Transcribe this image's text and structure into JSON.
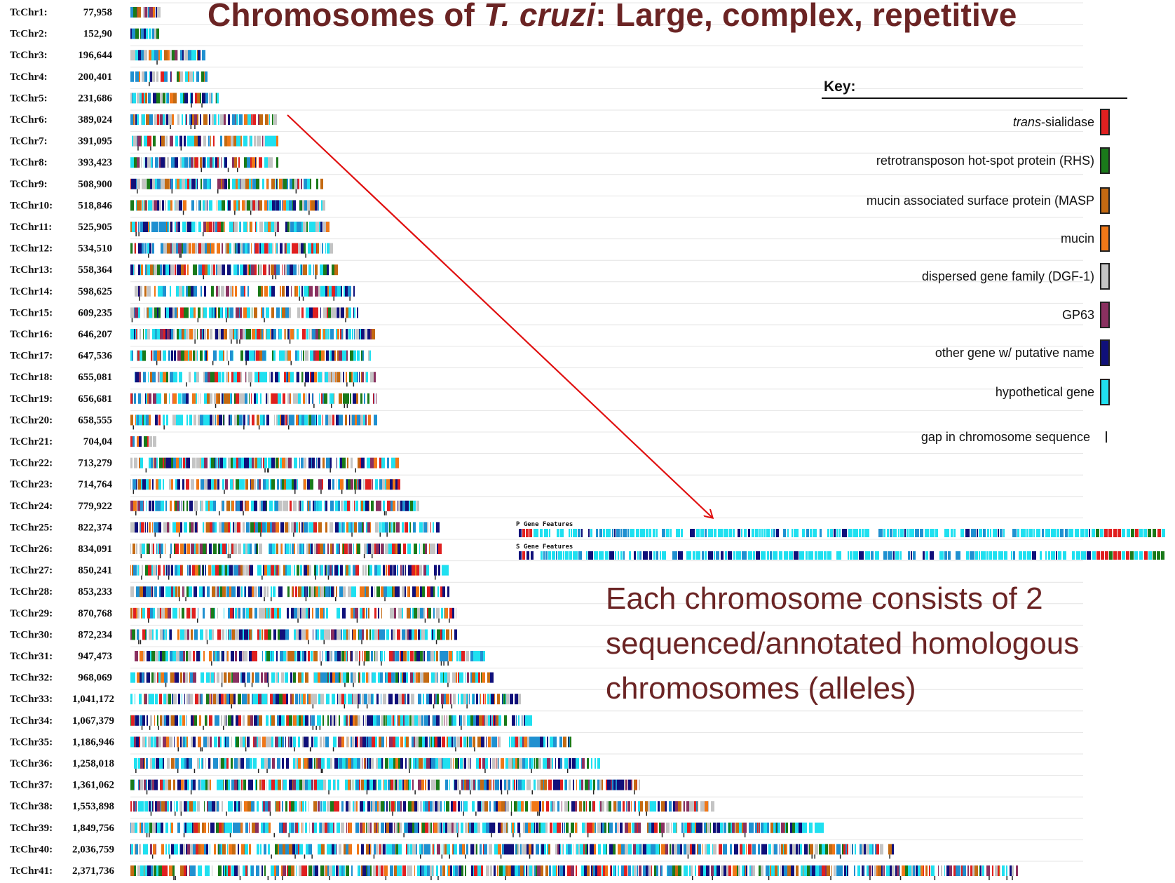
{
  "title": {
    "prefix": "Chromosomes of ",
    "species": "T. cruzi",
    "suffix": ":  Large, complex, repetitive"
  },
  "colors": {
    "trans_sialidase": "#e02020",
    "rhs": "#1a7a1a",
    "masp": "#c46a12",
    "mucin": "#f07818",
    "dgf1": "#c4c4c4",
    "gp63": "#8a3060",
    "other": "#10107a",
    "hypothetical": "#20e0f0",
    "hypothetical_alt": "#2090d0",
    "arrow": "#e01010",
    "title": "#6b2424"
  },
  "chromosomes": [
    {
      "name": "TcChr1:",
      "length": "77,958"
    },
    {
      "name": "TcChr2:",
      "length": "152,90"
    },
    {
      "name": "TcChr3:",
      "length": "196,644"
    },
    {
      "name": "TcChr4:",
      "length": "200,401"
    },
    {
      "name": "TcChr5:",
      "length": "231,686"
    },
    {
      "name": "TcChr6:",
      "length": "389,024"
    },
    {
      "name": "TcChr7:",
      "length": "391,095"
    },
    {
      "name": "TcChr8:",
      "length": "393,423"
    },
    {
      "name": "TcChr9:",
      "length": "508,900"
    },
    {
      "name": "TcChr10:",
      "length": "518,846"
    },
    {
      "name": "TcChr11:",
      "length": "525,905"
    },
    {
      "name": "TcChr12:",
      "length": "534,510"
    },
    {
      "name": "TcChr13:",
      "length": "558,364"
    },
    {
      "name": "TcChr14:",
      "length": "598,625"
    },
    {
      "name": "TcChr15:",
      "length": "609,235"
    },
    {
      "name": "TcChr16:",
      "length": "646,207"
    },
    {
      "name": "TcChr17:",
      "length": "647,536"
    },
    {
      "name": "TcChr18:",
      "length": "655,081"
    },
    {
      "name": "TcChr19:",
      "length": "656,681"
    },
    {
      "name": "TcChr20:",
      "length": "658,555"
    },
    {
      "name": "TcChr21:",
      "length": "704,04"
    },
    {
      "name": "TcChr22:",
      "length": "713,279"
    },
    {
      "name": "TcChr23:",
      "length": "714,764"
    },
    {
      "name": "TcChr24:",
      "length": "779,922"
    },
    {
      "name": "TcChr25:",
      "length": "822,374"
    },
    {
      "name": "TcChr26:",
      "length": "834,091"
    },
    {
      "name": "TcChr27:",
      "length": "850,241"
    },
    {
      "name": "TcChr28:",
      "length": "853,233"
    },
    {
      "name": "TcChr29:",
      "length": "870,768"
    },
    {
      "name": "TcChr30:",
      "length": "872,234"
    },
    {
      "name": "TcChr31:",
      "length": "947,473"
    },
    {
      "name": "TcChr32:",
      "length": "968,069"
    },
    {
      "name": "TcChr33:",
      "length": "1,041,172"
    },
    {
      "name": "TcChr34:",
      "length": "1,067,379"
    },
    {
      "name": "TcChr35:",
      "length": "1,186,946"
    },
    {
      "name": "TcChr36:",
      "length": "1,258,018"
    },
    {
      "name": "TcChr37:",
      "length": "1,361,062"
    },
    {
      "name": "TcChr38:",
      "length": "1,553,898"
    },
    {
      "name": "TcChr39:",
      "length": "1,849,756"
    },
    {
      "name": "TcChr40:",
      "length": "2,036,759"
    },
    {
      "name": "TcChr41:",
      "length": "2,371,736"
    }
  ],
  "key": {
    "title": "Key:",
    "items": [
      {
        "id": "trans-sialidase",
        "label_italic": "trans",
        "label": "-sialidase",
        "color": "#e02020"
      },
      {
        "id": "rhs",
        "label": "retrotransposon hot-spot protein (RHS)",
        "color": "#1a7a1a"
      },
      {
        "id": "masp",
        "label": "mucin associated surface protein (MASP",
        "color": "#c46a12"
      },
      {
        "id": "mucin",
        "label": "mucin",
        "color": "#f07818"
      },
      {
        "id": "dgf1",
        "label": "dispersed gene family (DGF-1)",
        "color": "#c4c4c4"
      },
      {
        "id": "gp63",
        "label": "GP63",
        "color": "#8a3060"
      },
      {
        "id": "other",
        "label": "other gene w/ putative name",
        "color": "#10107a"
      },
      {
        "id": "hypothetical",
        "label": "hypothetical gene",
        "color": "#20e0f0"
      }
    ],
    "gap_label": "gap in chromosome sequence"
  },
  "zoom": {
    "track_p": "P Gene Features",
    "track_s": "S Gene Features"
  },
  "callout": "Each chromosome consists of 2 sequenced/annotated homologous chromosomes (alleles)"
}
